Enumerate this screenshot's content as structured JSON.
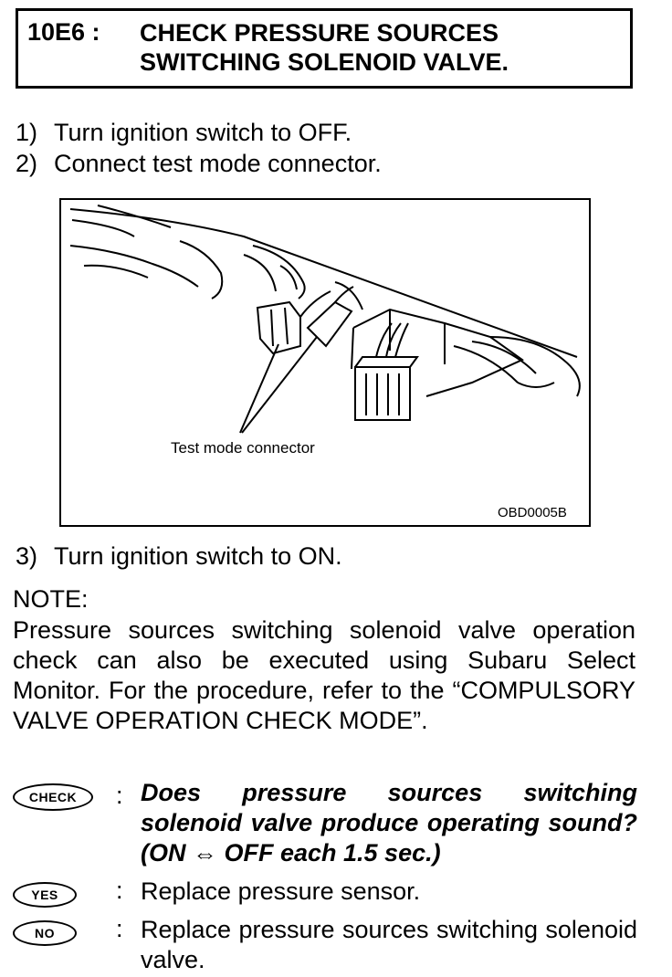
{
  "header": {
    "code": "10E6 :",
    "title_line1": "CHECK PRESSURE SOURCES",
    "title_line2": "SWITCHING SOLENOID VALVE."
  },
  "steps": [
    {
      "num": "1)",
      "text": "Turn ignition switch to OFF."
    },
    {
      "num": "2)",
      "text": "Connect test mode connector."
    },
    {
      "num": "3)",
      "text": "Turn ignition switch to ON."
    }
  ],
  "figure": {
    "callout": "Test mode connector",
    "code": "OBD0005B"
  },
  "note": {
    "heading": "NOTE:",
    "body": "Pressure sources switching solenoid valve operation check can also be executed using Subaru Select Monitor. For the procedure, refer to the “COMPULSORY VALVE OPERATION CHECK MODE”."
  },
  "check": {
    "badge": "CHECK",
    "question": "Does pressure sources switching solenoid valve produce operating sound? (ON ⇔ OFF each 1.5 sec.)"
  },
  "yes": {
    "badge": "YES",
    "text": "Replace pressure sensor."
  },
  "no": {
    "badge": "NO",
    "text": "Replace pressure sources switching solenoid valve."
  },
  "separator": ":"
}
